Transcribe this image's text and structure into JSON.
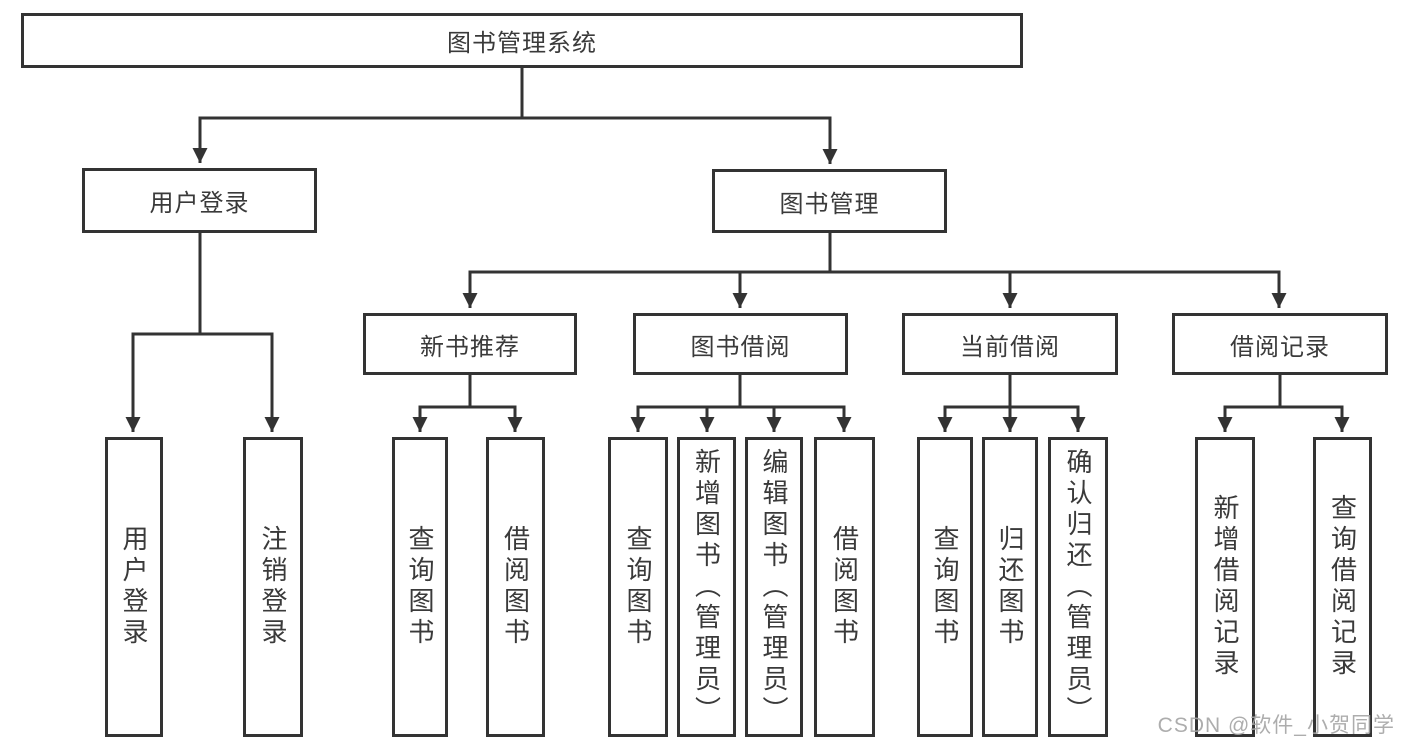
{
  "diagram": {
    "background": "#ffffff",
    "line_color": "#333333",
    "text_color": "#3a3a3a",
    "watermark": {
      "text": "CSDN @软件_小贺同学",
      "color": "#a4a4a4"
    },
    "nodes": {
      "root": {
        "label": "图书管理系统"
      },
      "user_login": {
        "label": "用户登录"
      },
      "book_mgmt": {
        "label": "图书管理"
      },
      "new_books": {
        "label": "新书推荐"
      },
      "book_borrow": {
        "label": "图书借阅"
      },
      "current_borrow": {
        "label": "当前借阅"
      },
      "borrow_records": {
        "label": "借阅记录"
      }
    },
    "leaves": {
      "login_user": {
        "label": "用户登录"
      },
      "login_logout": {
        "label": "注销登录"
      },
      "new_query": {
        "label": "查询图书"
      },
      "new_borrow": {
        "label": "借阅图书"
      },
      "bor_query": {
        "label": "查询图书"
      },
      "bor_add": {
        "label": "新增图书（管理员）"
      },
      "bor_edit": {
        "label": "编辑图书（管理员）"
      },
      "bor_borrow": {
        "label": "借阅图书"
      },
      "cur_query": {
        "label": "查询图书"
      },
      "cur_return": {
        "label": "归还图书"
      },
      "cur_confirm": {
        "label": "确认归还（管理员）"
      },
      "rec_add": {
        "label": "新增借阅记录"
      },
      "rec_query": {
        "label": "查询借阅记录"
      }
    }
  }
}
